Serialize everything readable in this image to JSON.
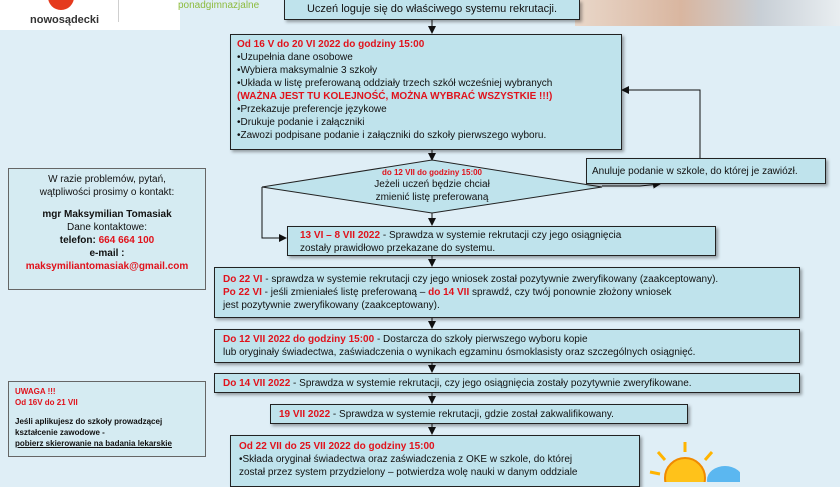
{
  "header": {
    "brand": "nowosądecki",
    "sub": "ponadgimnazjalne"
  },
  "steps": {
    "login": "Uczeń loguje się do właściwego systemu rekrutacji.",
    "s1_title": "Od 16 V do 20 VI 2022 do godziny 15:00",
    "s1_items": [
      "Uzupełnia dane osobowe",
      "Wybiera maksymalnie 3 szkoły",
      "Układa w listę preferowaną oddziały trzech szkół wcześniej wybranych"
    ],
    "s1_note": "(WAŻNA JEST TU KOLEJNOŚĆ, MOŻNA WYBRAĆ WSZYSTKIE !!!)",
    "s1_items2": [
      "Przekazuje preferencje językowe",
      "Drukuje podanie i załączniki",
      "Zawozi podpisane podanie i załączniki do szkoły pierwszego wyboru."
    ],
    "cancel": "Anuluje podanie w szkole, do której je zawiózł.",
    "decision_date": "do 12 VII do godziny 15:00",
    "decision_l1": "Jeżeli uczeń będzie chciał",
    "decision_l2": "zmienić listę preferowaną",
    "s2_date": "13 VI – 8 VII 2022",
    "s2_l1": " - Sprawdza w systemie rekrutacji czy jego osiągnięcia",
    "s2_l2": "zostały prawidłowo przekazane do systemu.",
    "s3_date1": "Do 22 VI",
    "s3_t1": " - sprawdza w systemie rekrutacji czy jego wniosek został pozytywnie zweryfikowany (zaakceptowany).",
    "s3_date2": "Po 22 VI",
    "s3_t2": " - jeśli zmieniałeś listę preferowaną – ",
    "s3_date3": "do 14 VII",
    "s3_t3": " sprawdź, czy twój ponownie złożony wniosek",
    "s3_t4": "jest pozytywnie zweryfikowany (zaakceptowany).",
    "s4_date": "Do 12 VII 2022 do godziny 15:00",
    "s4_t1": " - Dostarcza do szkoły pierwszego wyboru kopie",
    "s4_t2": "lub oryginały świadectwa, zaświadczenia o wynikach egzaminu ósmoklasisty oraz szczególnych osiągnięć.",
    "s5_date": "Do 14 VII 2022",
    "s5_t": " - Sprawdza w systemie rekrutacji, czy jego osiągnięcia zostały pozytywnie zweryfikowane.",
    "s6_date": "19 VII 2022",
    "s6_t": " - Sprawdza w systemie rekrutacji, gdzie został zakwalifikowany.",
    "s7_title": "Od 22 VII do 25 VII 2022 do godziny 15:00",
    "s7_t1": "•Składa oryginał świadectwa oraz zaświadczenia z OKE w szkole, do której",
    "s7_t2": "został przez system przydzielony – potwierdza wolę nauki w danym oddziale"
  },
  "contact": {
    "intro1": "W razie problemów, pytań,",
    "intro2": "wątpliwości prosimy o kontakt:",
    "name": "mgr Maksymilian Tomasiak",
    "dane": "Dane kontaktowe:",
    "phone_label": "telefon: ",
    "phone": "664 664 100",
    "email_label": "e-mail :",
    "email": "maksymiliantomasiak@gmail.com"
  },
  "uwaga": {
    "title": "UWAGA !!!",
    "dates": "Od 16V do 21 VII",
    "t1": "Jeśli aplikujesz do szkoły prowadzącej",
    "t2": "kształcenie zawodowe -",
    "t3": "pobierz skierowanie na badania lekarskie"
  },
  "colors": {
    "box": "#bfe3ec",
    "accent_red": "#e0121b",
    "background": "#dfeef6"
  }
}
